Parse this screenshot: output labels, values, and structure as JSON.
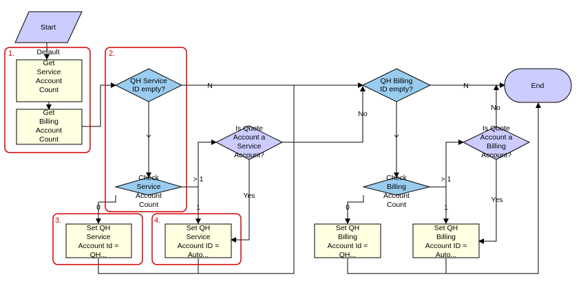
{
  "start": {
    "label": "Start"
  },
  "end": {
    "label": "End"
  },
  "groups": [
    {
      "label": "1."
    },
    {
      "label": "2."
    },
    {
      "label": "3."
    },
    {
      "label": "4."
    }
  ],
  "nodes": {
    "get_service": {
      "lines": [
        "Get",
        "Service",
        "Account",
        "Count"
      ]
    },
    "get_billing": {
      "lines": [
        "Get",
        "Billing",
        "Account",
        "Count"
      ]
    },
    "qh_service_empty": {
      "lines": [
        "QH Service",
        "ID empty?"
      ]
    },
    "check_service": {
      "lines": [
        "Check",
        "Service",
        "Account",
        "Count"
      ]
    },
    "is_quote_service": {
      "lines": [
        "Is Quote",
        "Account a",
        "Service",
        "Account?"
      ]
    },
    "set_qh_service_qh": {
      "lines": [
        "Set QH",
        "Service",
        "Account Id =",
        "QH..."
      ]
    },
    "set_qh_service_auto": {
      "lines": [
        "Set QH",
        "Service",
        "Account ID =",
        "Auto..."
      ]
    },
    "qh_billing_empty": {
      "lines": [
        "QH Billing",
        "ID empty?"
      ]
    },
    "check_billing": {
      "lines": [
        "Check",
        "Billing",
        "Account",
        "Count"
      ]
    },
    "is_quote_billing": {
      "lines": [
        "Is Quote",
        "Account a",
        "Billing",
        "Account?"
      ]
    },
    "set_qh_billing_qh": {
      "lines": [
        "Set QH",
        "Billing",
        "Account Id =",
        "QH..."
      ]
    },
    "set_qh_billing_auto": {
      "lines": [
        "Set QH",
        "Billing",
        "Account ID =",
        "Auto..."
      ]
    }
  },
  "edges": {
    "default": "Default",
    "n1": "N",
    "y1": "Y",
    "gt1_a": "> 1",
    "zero_a": "0",
    "one_a": "1",
    "yes_a": "Yes",
    "no_a": "No",
    "n2": "N",
    "y2": "Y",
    "gt1_b": "> 1",
    "zero_b": "0",
    "one_b": "1",
    "yes_b": "Yes",
    "no_b": "No"
  },
  "colors": {
    "process_fill": "#ffffe1",
    "decision_fill": "#99ccee",
    "quote_fill": "#ccccff",
    "start_fill": "#ccccff",
    "end_fill": "#ccccff",
    "group_border": "#d40000",
    "line": "#000000"
  }
}
